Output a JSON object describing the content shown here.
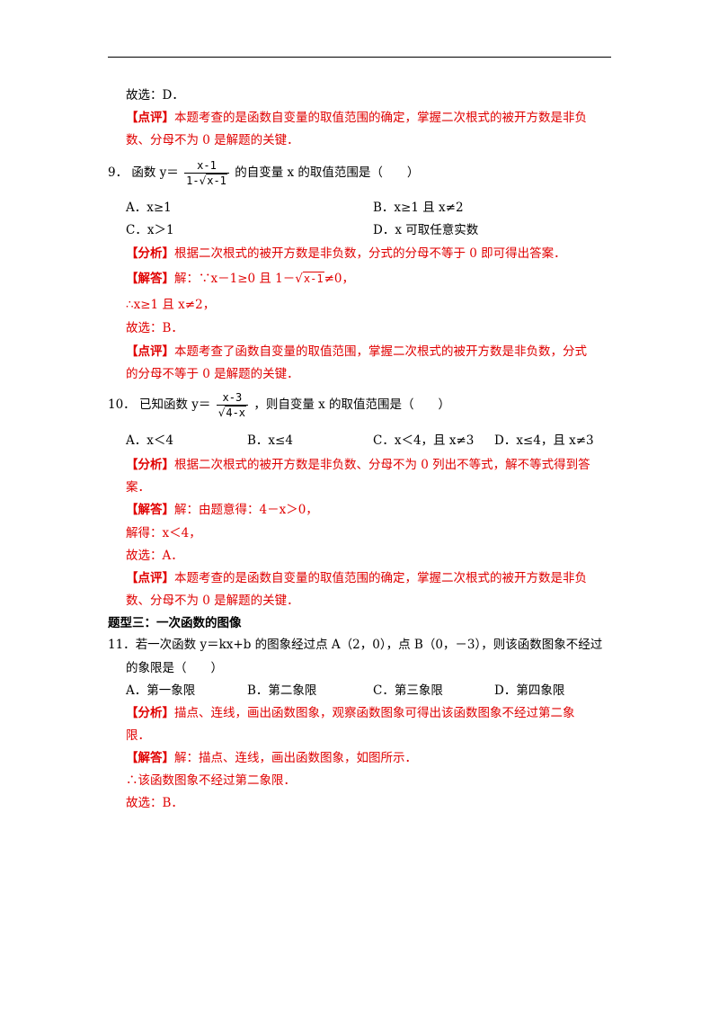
{
  "q8_tail": {
    "answer": "故选：D．",
    "comment_tag": "【点评】",
    "comment_line1": "本题考查的是函数自变量的取值范围的确定，掌握二次根式的被开方数是非负",
    "comment_line2": "数、分母不为 0 是解题的关键．"
  },
  "q9": {
    "number": "9．",
    "stem_prefix": "函数 y＝",
    "frac_num": "x-1",
    "frac_den_pre": "1-",
    "frac_den_rad": "x-1",
    "stem_suffix": "的自变量 x 的取值范围是（　　）",
    "options": [
      "A．x≥1",
      "B．x≥1 且 x≠2",
      "C．x＞1",
      "D．x 可取任意实数"
    ],
    "analysis_tag": "【分析】",
    "analysis": "根据二次根式的被开方数是非负数，分式的分母不等于 0 即可得出答案．",
    "solution_tag": "【解答】",
    "solution_pre": "解：∵x－1≥0 且 1－",
    "solution_rad": "x-1",
    "solution_post": "≠0，",
    "solution_line2": "∴x≥1 且 x≠2，",
    "answer": "故选：B．",
    "comment_tag": "【点评】",
    "comment_line1": "本题考查了函数自变量的取值范围，掌握二次根式的被开方数是非负数，分式",
    "comment_line2": "的分母不等于 0 是解题的关键．"
  },
  "q10": {
    "number": "10．",
    "stem_prefix": "已知函数 y＝",
    "frac_num": "x-3",
    "frac_den_rad": "4-x",
    "stem_suffix": "，则自变量 x 的取值范围是（　　）",
    "options": [
      "A．x＜4",
      "B．x≤4",
      "C．x＜4，且 x≠3",
      "D．x≤4，且 x≠3"
    ],
    "analysis_tag": "【分析】",
    "analysis_line1": "根据二次根式的被开方数是非负数、分母不为 0 列出不等式，解不等式得到答",
    "analysis_line2": "案．",
    "solution_tag": "【解答】",
    "solution": "解：由题意得：4－x＞0，",
    "solution_line2": "解得：x＜4，",
    "answer": "故选：A．",
    "comment_tag": "【点评】",
    "comment_line1": "本题考查的是函数自变量的取值范围的确定，掌握二次根式的被开方数是非负",
    "comment_line2": "数、分母不为 0 是解题的关键．"
  },
  "section_title": "题型三：一次函数的图像",
  "q11": {
    "number": "11．",
    "stem_line1": "若一次函数 y＝kx+b 的图象经过点 A（2，0），点 B（0，－3），则该函数图象不经过",
    "stem_line2": "的象限是（　　）",
    "options": [
      "A．第一象限",
      "B．第二象限",
      "C．第三象限",
      "D．第四象限"
    ],
    "analysis_tag": "【分析】",
    "analysis_line1": "描点、连线，画出函数图象，观察函数图象可得出该函数图象不经过第二象",
    "analysis_line2": "限．",
    "solution_tag": "【解答】",
    "solution": "解：描点、连线，画出函数图象，如图所示．",
    "solution_line2": "∴该函数图象不经过第二象限．",
    "answer": "故选：B．"
  }
}
